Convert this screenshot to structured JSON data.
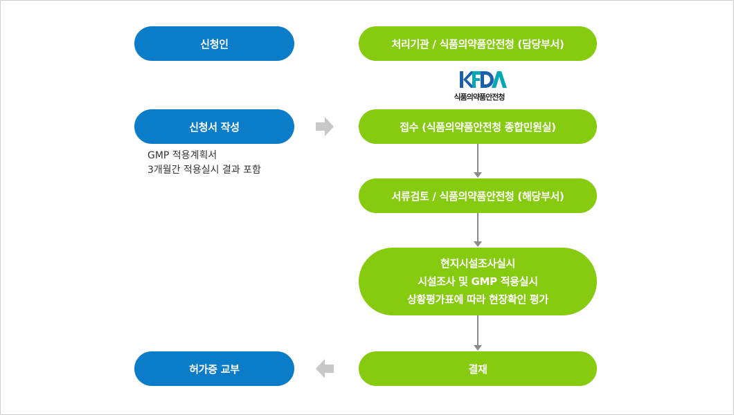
{
  "applicant_column": {
    "header": "신청인",
    "step_write": "신청서 작성",
    "write_note_lines": [
      "GMP 적용계획서",
      "3개월간 적용실시 결과 포함"
    ],
    "step_issue": "허가증 교부"
  },
  "processor_column": {
    "header": "처리기관 / 식품의약품안전청 (담당부서)",
    "logo_caption": "식품의약품안전청",
    "step_receipt": "접수 (식품의약품안전청 종합민원실)",
    "step_review": "서류검토 / 식품의약품안전청 (해당부서)",
    "step_inspection_lines": [
      "현지시설조사실시",
      "시설조사 및 GMP 적용실시",
      "상황평가표에 따라 현장확인 평가"
    ],
    "step_approval": "결재"
  },
  "colors": {
    "applicant_blue": "#0a7cc8",
    "processor_green": "#86cb10",
    "connector_gray": "#8a8a8a",
    "transfer_arrow_gray": "#c8c8c8",
    "logo_blue": "#1c5fae",
    "logo_teal": "#00a7b5"
  },
  "icons": [
    "kfda-logo",
    "arrow-right-icon",
    "arrow-left-icon",
    "arrow-down-icon"
  ]
}
